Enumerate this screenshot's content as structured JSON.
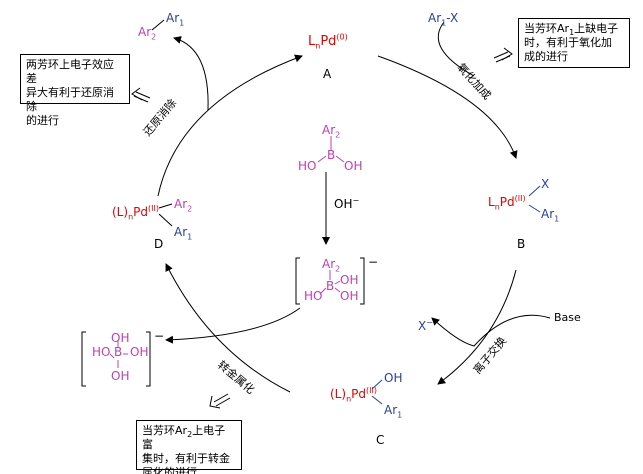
{
  "colors": {
    "pd": "#e60000",
    "ar1": "#2b3f9e",
    "boron": "#c040b0",
    "line": "#000000"
  },
  "species": {
    "A": {
      "label": "A",
      "L": "L",
      "n": "n",
      "Pd": "Pd",
      "ox": "(0)"
    },
    "B": {
      "label": "B",
      "L": "L",
      "n": "n",
      "Pd": "Pd",
      "ox": "(II)",
      "X": "X",
      "Ar": "Ar",
      "sub": "1"
    },
    "C": {
      "label": "C",
      "pre": "(L)",
      "n": "n",
      "Pd": "Pd",
      "ox": "(II)",
      "OH": "OH",
      "Ar": "Ar",
      "sub": "1"
    },
    "D": {
      "label": "D",
      "pre": "(L)",
      "n": "n",
      "Pd": "Pd",
      "ox": "(II)",
      "Ar2": "Ar",
      "sub2": "2",
      "Ar1": "Ar",
      "sub1": "1"
    }
  },
  "reagents": {
    "ar1x": {
      "Ar": "Ar",
      "sub": "1",
      "X": "-X"
    },
    "boronic": {
      "Ar": "Ar",
      "sub": "2",
      "B": "B",
      "HO": "HO",
      "OH": "OH"
    },
    "oh_minus": {
      "OH": "OH",
      "charge": "−"
    },
    "boronate": {
      "Ar": "Ar",
      "sub": "2",
      "B": "B",
      "HO": "HO",
      "OH1": "OH",
      "OH2": "OH",
      "charge": "−"
    },
    "borate": {
      "HO": "HO",
      "B": "B",
      "OH1": "OH",
      "OH2": "OH",
      "OH3": "OH",
      "charge": "−"
    },
    "x_minus": {
      "X": "X",
      "charge": "−"
    },
    "base": "Base",
    "product": {
      "Ar2": "Ar",
      "sub2": "2",
      "Ar1": "Ar",
      "sub1": "1"
    }
  },
  "steps": {
    "oxidative_addition": "氧化加成",
    "ion_exchange": "离子交换",
    "transmetalation": "转金属化",
    "reductive_elimination": "还原消除"
  },
  "notes": {
    "top_right": {
      "line1a": "当芳环Ar",
      "line1sub": "1",
      "line1b": "上缺电子",
      "line2": "时，有利于氧化加",
      "line3": "成的进行"
    },
    "top_left": {
      "line1": "两芳环上电子效应差",
      "line2": "异大有利于还原消除",
      "line3": "的进行"
    },
    "bottom": {
      "line1a": "当芳环Ar",
      "line1sub": "2",
      "line1b": "上电子富",
      "line2": "集时，有利于转金",
      "line3": "属化的进行"
    }
  },
  "icons": [
    "double-arrow-icon",
    "double-arrow-icon",
    "double-arrow-icon"
  ]
}
